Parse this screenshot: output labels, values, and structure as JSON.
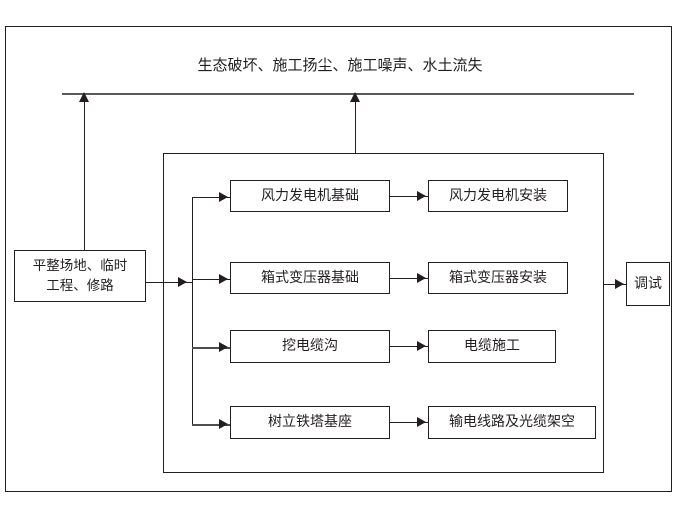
{
  "diagram": {
    "title_top": "生态破坏、施工扬尘、施工噪声、水土流失",
    "nodes": {
      "site_prep": "平整场地、临时\n工程、修路",
      "site_prep_line1": "平整场地、临时",
      "site_prep_line2": "工程、修路",
      "wt_foundation": "风力发电机基础",
      "wt_installation": "风力发电机安装",
      "transformer_foundation": "箱式变压器基础",
      "transformer_installation": "箱式变压器安装",
      "cable_trench": "挖电缆沟",
      "cable_work": "电缆施工",
      "tower_base": "树立铁塔基座",
      "line_overhead": "输电线路及光缆架空",
      "commissioning": "调试"
    },
    "colors": {
      "stroke": "#231f20",
      "bus": "#595959",
      "background": "#ffffff"
    }
  }
}
